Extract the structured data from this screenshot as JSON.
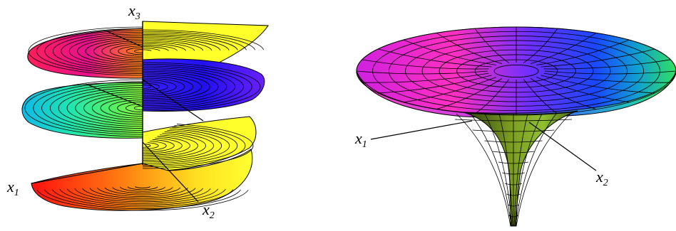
{
  "figures": [
    {
      "id": "helicoid",
      "axis_labels": [
        {
          "base": "x",
          "sub": "3"
        },
        {
          "base": "x",
          "sub": "1"
        },
        {
          "base": "x",
          "sub": "2"
        }
      ]
    },
    {
      "id": "pseudosphere",
      "axis_labels": [
        {
          "base": "x",
          "sub": "1"
        },
        {
          "base": "x",
          "sub": "2"
        }
      ]
    }
  ],
  "colors": {
    "background": "#ffffff",
    "mesh_lines": "#000000"
  }
}
